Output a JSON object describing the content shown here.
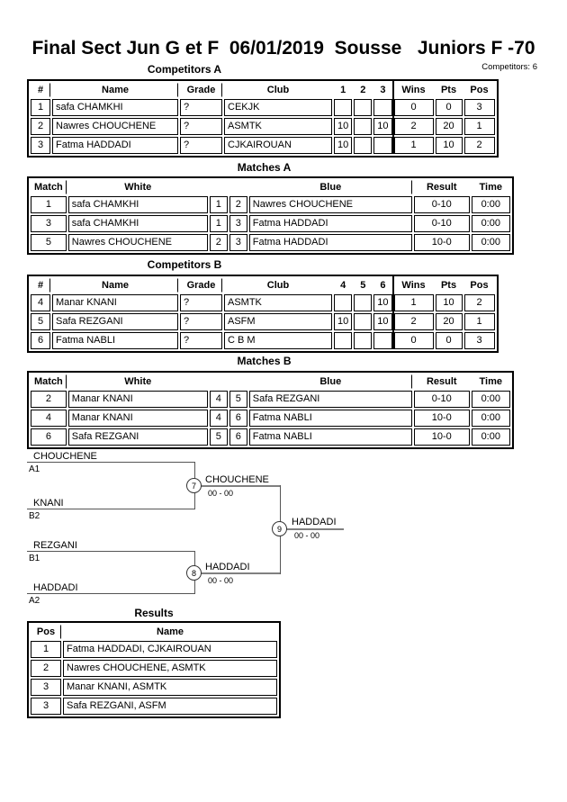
{
  "header": {
    "title": "Final Sect Jun G et F  06/01/2019  Sousse   Juniors F -70",
    "competitors_count_label": "Competitors: 6"
  },
  "sections": {
    "competitors_a": {
      "title": "Competitors A",
      "columns": [
        "#",
        "Name",
        "Grade",
        "Club",
        "1",
        "2",
        "3",
        "Wins",
        "Pts",
        "Pos"
      ],
      "rows": [
        [
          "1",
          "safa CHAMKHI",
          "?",
          "CEKJK",
          "",
          "",
          "",
          "0",
          "0",
          "3"
        ],
        [
          "2",
          "Nawres CHOUCHENE",
          "?",
          "ASMTK",
          "10",
          "",
          "10",
          "2",
          "20",
          "1"
        ],
        [
          "3",
          "Fatma HADDADI",
          "?",
          "CJKAIROUAN",
          "10",
          "",
          "",
          "1",
          "10",
          "2"
        ]
      ]
    },
    "matches_a": {
      "title": "Matches A",
      "columns": [
        "Match",
        "White",
        "",
        "",
        "Blue",
        "Result",
        "Time"
      ],
      "rows": [
        [
          "1",
          "safa CHAMKHI",
          "1",
          "2",
          "Nawres CHOUCHENE",
          "0-10",
          "0:00"
        ],
        [
          "3",
          "safa CHAMKHI",
          "1",
          "3",
          "Fatma HADDADI",
          "0-10",
          "0:00"
        ],
        [
          "5",
          "Nawres CHOUCHENE",
          "2",
          "3",
          "Fatma HADDADI",
          "10-0",
          "0:00"
        ]
      ]
    },
    "competitors_b": {
      "title": "Competitors B",
      "columns": [
        "#",
        "Name",
        "Grade",
        "Club",
        "4",
        "5",
        "6",
        "Wins",
        "Pts",
        "Pos"
      ],
      "rows": [
        [
          "4",
          "Manar KNANI",
          "?",
          "ASMTK",
          "",
          "",
          "10",
          "1",
          "10",
          "2"
        ],
        [
          "5",
          "Safa REZGANI",
          "?",
          "ASFM",
          "10",
          "",
          "10",
          "2",
          "20",
          "1"
        ],
        [
          "6",
          "Fatma NABLI",
          "?",
          "C B M",
          "",
          "",
          "",
          "0",
          "0",
          "3"
        ]
      ]
    },
    "matches_b": {
      "title": "Matches B",
      "columns": [
        "Match",
        "White",
        "",
        "",
        "Blue",
        "Result",
        "Time"
      ],
      "rows": [
        [
          "2",
          "Manar KNANI",
          "4",
          "5",
          "Safa REZGANI",
          "0-10",
          "0:00"
        ],
        [
          "4",
          "Manar KNANI",
          "4",
          "6",
          "Fatma NABLI",
          "10-0",
          "0:00"
        ],
        [
          "6",
          "Safa REZGANI",
          "5",
          "6",
          "Fatma NABLI",
          "10-0",
          "0:00"
        ]
      ]
    },
    "bracket": {
      "semifinal_1": {
        "match_no": "7",
        "top_name": "CHOUCHENE",
        "top_seed": "A1",
        "bottom_name": "KNANI",
        "bottom_seed": "B2",
        "winner_name": "CHOUCHENE",
        "score": "00 - 00"
      },
      "semifinal_2": {
        "match_no": "8",
        "top_name": "REZGANI",
        "top_seed": "B1",
        "bottom_name": "HADDADI",
        "bottom_seed": "A2",
        "winner_name": "HADDADI",
        "score": "00 - 00"
      },
      "final": {
        "match_no": "9",
        "winner_name": "HADDADI",
        "score": "00 - 00"
      }
    },
    "results": {
      "title": "Results",
      "columns": [
        "Pos",
        "Name"
      ],
      "rows": [
        [
          "1",
          "Fatma HADDADI, CJKAIROUAN"
        ],
        [
          "2",
          "Nawres CHOUCHENE, ASMTK"
        ],
        [
          "3",
          "Manar KNANI, ASMTK"
        ],
        [
          "3",
          "Safa REZGANI, ASFM"
        ]
      ]
    }
  }
}
